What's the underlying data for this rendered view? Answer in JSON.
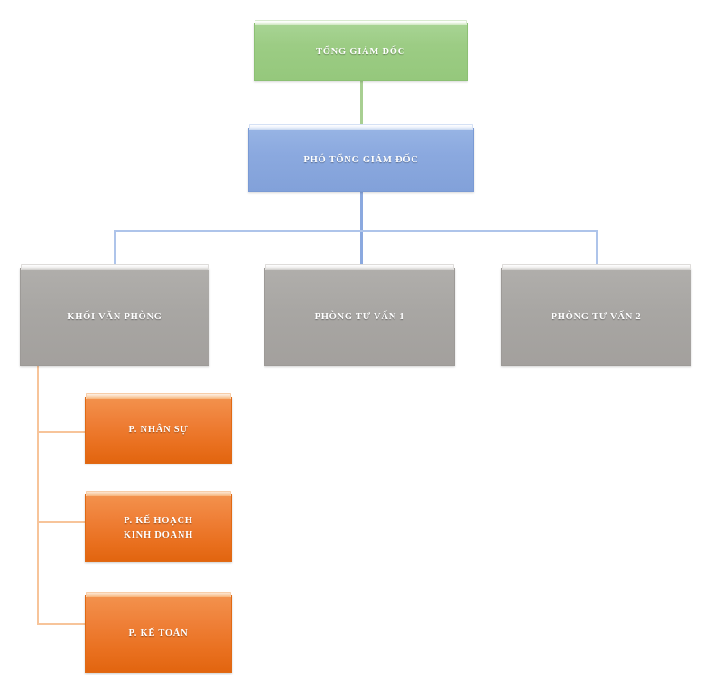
{
  "diagram": {
    "title": "Organizational Chart",
    "type": "org-chart",
    "background": "#ffffff",
    "colors": {
      "green": "#9ccc84",
      "blue": "#8ba9df",
      "gray": "#a8a6a3",
      "orange_top": "#f3924d",
      "orange_bottom": "#e2650f",
      "connector_blue": "#8ba9df",
      "connector_blue_light": "#aec4ea",
      "connector_orange": "#f7c49a",
      "node_text": "#ffffff"
    },
    "nodes": {
      "ceo": {
        "label": "TỔNG GIÁM ĐỐC",
        "level": 1,
        "color": "green"
      },
      "deputy_ceo": {
        "label": "PHÓ TỔNG GIÁM ĐỐC",
        "level": 2,
        "color": "blue"
      },
      "office_block": {
        "label": "KHỐI VĂN PHÒNG",
        "level": 3,
        "color": "gray"
      },
      "consulting_1": {
        "label": "PHÒNG TƯ VẤN 1",
        "level": 3,
        "color": "gray"
      },
      "consulting_2": {
        "label": "PHÒNG TƯ VẤN 2",
        "level": 3,
        "color": "gray"
      },
      "hr": {
        "label": "P. NHÂN SỰ",
        "level": 4,
        "color": "orange"
      },
      "business_planning": {
        "label": "P. KẾ HOẠCH\nKINH DOANH",
        "level": 4,
        "color": "orange"
      },
      "accounting": {
        "label": "P. KẾ TOÁN",
        "level": 4,
        "color": "orange"
      }
    }
  }
}
